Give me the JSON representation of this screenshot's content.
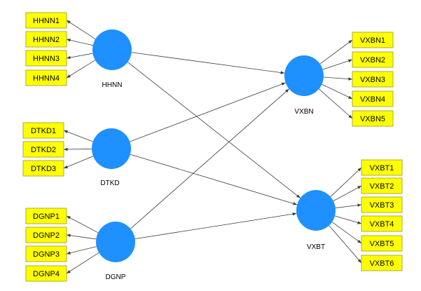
{
  "colors": {
    "latent_fill": "#1e90ff",
    "indicator_fill": "#ffff00",
    "indicator_border": "#9a9a20",
    "line": "#3a3a3a"
  },
  "latent_variables": [
    {
      "id": "HHNN",
      "label": "HHNN"
    },
    {
      "id": "DTKD",
      "label": "DTKD"
    },
    {
      "id": "DGNP",
      "label": "DGNP"
    },
    {
      "id": "VXBN",
      "label": "VXBN"
    },
    {
      "id": "VXBT",
      "label": "VXBT"
    }
  ],
  "indicators": [
    {
      "label": "HHNN1",
      "construct": "HHNN"
    },
    {
      "label": "HHNN2",
      "construct": "HHNN"
    },
    {
      "label": "HHNN3",
      "construct": "HHNN"
    },
    {
      "label": "HHNN4",
      "construct": "HHNN"
    },
    {
      "label": "DTKD1",
      "construct": "DTKD"
    },
    {
      "label": "DTKD2",
      "construct": "DTKD"
    },
    {
      "label": "DTKD3",
      "construct": "DTKD"
    },
    {
      "label": "DGNP1",
      "construct": "DGNP"
    },
    {
      "label": "DGNP2",
      "construct": "DGNP"
    },
    {
      "label": "DGNP3",
      "construct": "DGNP"
    },
    {
      "label": "DGNP4",
      "construct": "DGNP"
    },
    {
      "label": "VXBN1",
      "construct": "VXBN"
    },
    {
      "label": "VXBN2",
      "construct": "VXBN"
    },
    {
      "label": "VXBN3",
      "construct": "VXBN"
    },
    {
      "label": "VXBN4",
      "construct": "VXBN"
    },
    {
      "label": "VXBN5",
      "construct": "VXBN"
    },
    {
      "label": "VXBT1",
      "construct": "VXBT"
    },
    {
      "label": "VXBT2",
      "construct": "VXBT"
    },
    {
      "label": "VXBT3",
      "construct": "VXBT"
    },
    {
      "label": "VXBT4",
      "construct": "VXBT"
    },
    {
      "label": "VXBT5",
      "construct": "VXBT"
    },
    {
      "label": "VXBT6",
      "construct": "VXBT"
    }
  ],
  "paths": [
    {
      "from": "HHNN",
      "to": "VXBN"
    },
    {
      "from": "HHNN",
      "to": "VXBT"
    },
    {
      "from": "DTKD",
      "to": "VXBN"
    },
    {
      "from": "DTKD",
      "to": "VXBT"
    },
    {
      "from": "DGNP",
      "to": "VXBN"
    },
    {
      "from": "DGNP",
      "to": "VXBT"
    }
  ]
}
